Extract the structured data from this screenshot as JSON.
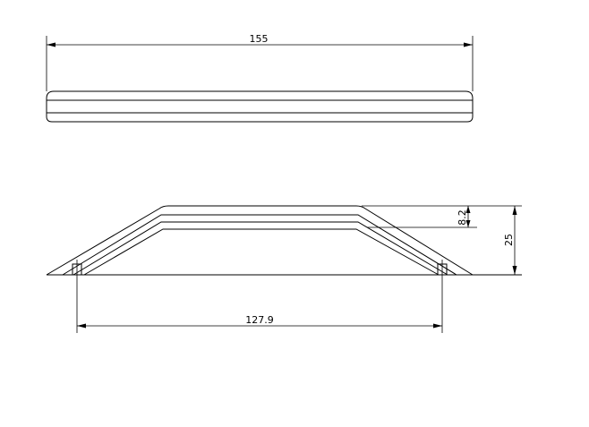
{
  "dimensions": {
    "overall_length": "155",
    "hole_spacing": "127.9",
    "height": "25",
    "thickness": "8.2"
  }
}
